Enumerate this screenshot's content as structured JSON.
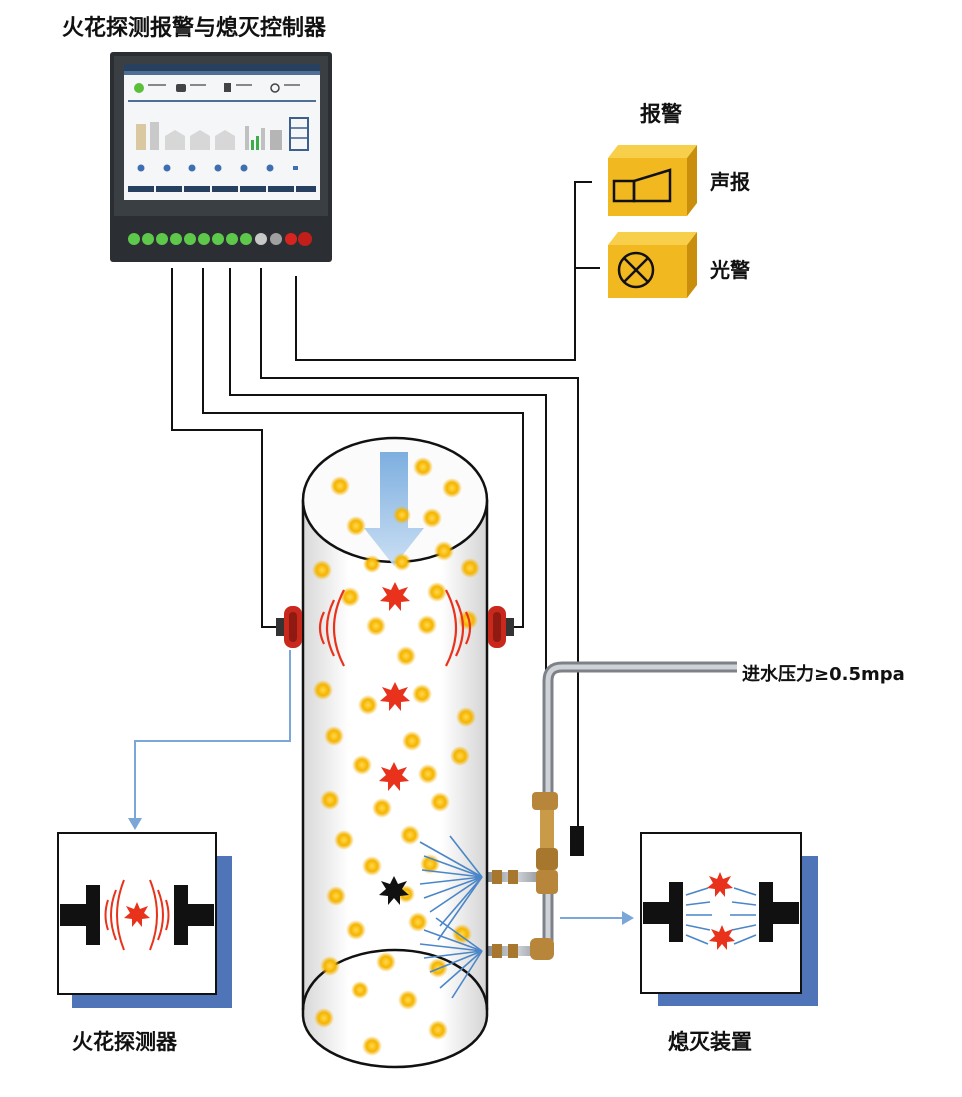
{
  "title": "火花探测报警与熄灭控制器",
  "alarm": {
    "title": "报警",
    "sound": "声报",
    "light": "光警"
  },
  "pressure": "进水压力≥0.5mpa",
  "detector": "火花探测器",
  "extinguisher": "熄灭装置",
  "colors": {
    "wire": "#111111",
    "signal_line": "#7aa6d8",
    "alarm_box": "#f2b81f",
    "spark": "#e8321c",
    "sensor": "#c9281c",
    "pipe": "#9aa0a6",
    "valve": "#b8863b",
    "particle": "#f5b400",
    "water_spray": "#4a86c8",
    "frame_shadow": "#4f74b8"
  }
}
